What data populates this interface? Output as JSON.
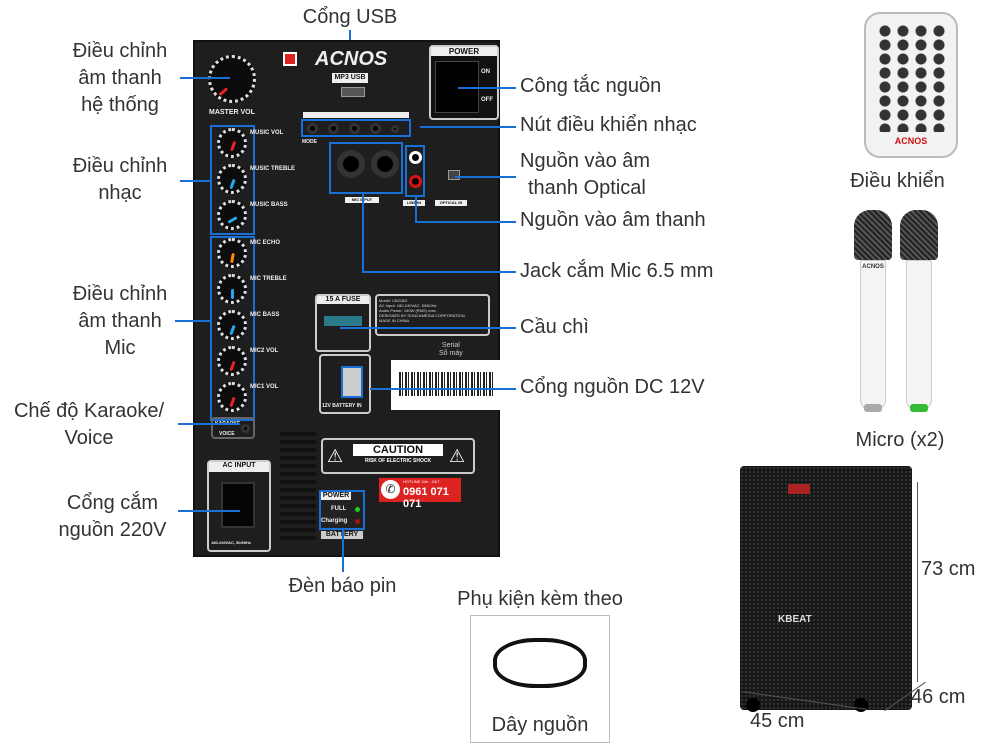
{
  "panel": {
    "brand": "ACNOS",
    "master_vol": "MASTER VOL",
    "usb_tag": "MP3 USB",
    "power_title": "POWER",
    "power_on": "ON",
    "power_off": "OFF",
    "mode": "MODE",
    "knobs": [
      "MUSIC VOL",
      "MUSIC TREBLE",
      "MUSIC BASS",
      "MIC ECHO",
      "MIC TREBLE",
      "MIC BASS",
      "MIC2 VOL",
      "MIC1 VOL"
    ],
    "karaoke": "KARAOKE",
    "voice": "VOICE",
    "mic_input": "MIC INPUT",
    "line_in": "LINE IN",
    "optical_in": "OPTICAL IN",
    "fuse": "15 A FUSE",
    "spec_lines": [
      "Model: CB218G",
      "AC Input: 180-240VAC, 50/60Hz",
      "Audio Power: 150W (RMS) max.",
      "DESIGNED BY SONCAMEDIA CORPORATION",
      "MADE IN CHINA"
    ],
    "serial": "Serial",
    "serial_vi": "Số máy",
    "battery_in": "12V BATTERY IN",
    "caution": "CAUTION",
    "caution_sub": "RISK OF ELECTRIC SHOCK",
    "hotline_label": "HOTLINE 24h - 24/7",
    "hotline": "0961 071 071",
    "ac_input": "AC INPUT",
    "ac_spec": "180-240VAC, 50/60Hz",
    "battery_power": "POWER",
    "battery_full": "FULL",
    "battery_charging": "Charging",
    "battery": "BATTERY"
  },
  "labels": {
    "usb": "Cổng USB",
    "master": [
      "Điều chỉnh",
      "âm thanh",
      "hệ thống"
    ],
    "music": [
      "Điều chỉnh",
      "nhạc"
    ],
    "mic": [
      "Điều chỉnh",
      "âm thanh",
      "Mic"
    ],
    "karaoke": [
      "Chế độ Karaoke/",
      "Voice"
    ],
    "ac": [
      "Cổng cắm",
      "nguồn 220V"
    ],
    "power_switch": "Công tắc nguồn",
    "music_buttons": "Nút điều khiển nhạc",
    "optical": [
      "Nguồn vào âm",
      "thanh Optical"
    ],
    "line_in": "Nguồn vào âm thanh",
    "mic_jack": "Jack cắm Mic 6.5 mm",
    "fuse": "Cầu chì",
    "dc": "Cổng nguồn DC 12V",
    "battery_led": "Đèn báo pin"
  },
  "accessories": {
    "remote": "Điều khiển",
    "remote_brand": "ACNOS",
    "micro": "Micro (x2)",
    "mic_brand": "ACNOS",
    "extra_title": "Phụ kiện kèm theo",
    "power_cord": "Dây nguồn",
    "speaker_brand": "KBEAT",
    "height": "73 cm",
    "depth": "46 cm",
    "width": "45 cm"
  }
}
